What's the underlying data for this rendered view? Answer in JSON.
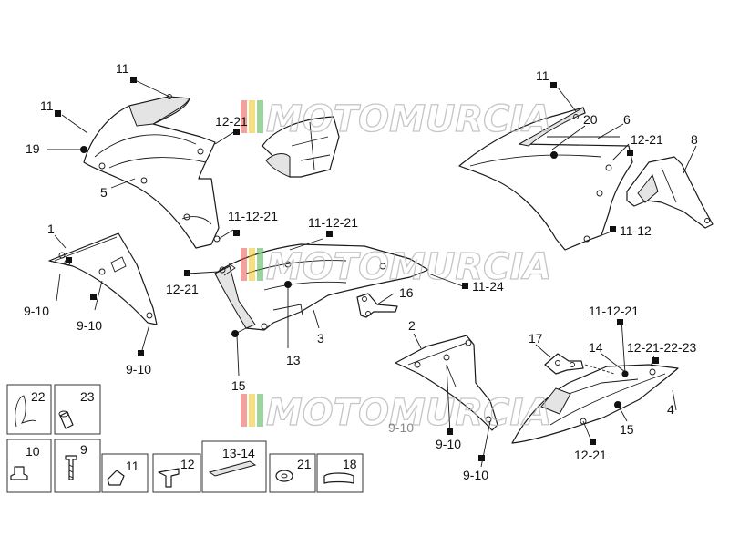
{
  "watermark": {
    "text": "MOTOMURCIA",
    "stripe_colors": [
      "#e8534a",
      "#f0c419",
      "#4caf50"
    ]
  },
  "labels": {
    "l11a": "11",
    "l11b": "11",
    "l11c": "11",
    "l19": "19",
    "l5": "5",
    "l1": "1",
    "l9_10a": "9-10",
    "l9_10b": "9-10",
    "l9_10c": "9-10",
    "l9_10d": "9-10",
    "l9_10e": "9-10",
    "l12_21a": "12-21",
    "l12_21b": "12-21",
    "l12_21c": "12-21",
    "l12_21d": "12-21",
    "l11_12_21a": "11-12-21",
    "l11_12_21b": "11-12-21",
    "l11_12_21c": "11-12-21",
    "l11_24": "11-24",
    "l16": "16",
    "l3": "3",
    "l13": "13",
    "l15a": "15",
    "l15b": "15",
    "l20": "20",
    "l6": "6",
    "l8": "8",
    "l11_12": "11-12",
    "l2": "2",
    "l17": "17",
    "l14": "14",
    "l12_21_22_23": "12-21-22-23",
    "l4": "4",
    "l9_10_obscured": "9-10"
  },
  "hardware": {
    "b22": "22",
    "b23": "23",
    "b10": "10",
    "b9": "9",
    "b11": "11",
    "b12": "12",
    "b13_14": "13-14",
    "b21": "21",
    "b18": "18"
  }
}
